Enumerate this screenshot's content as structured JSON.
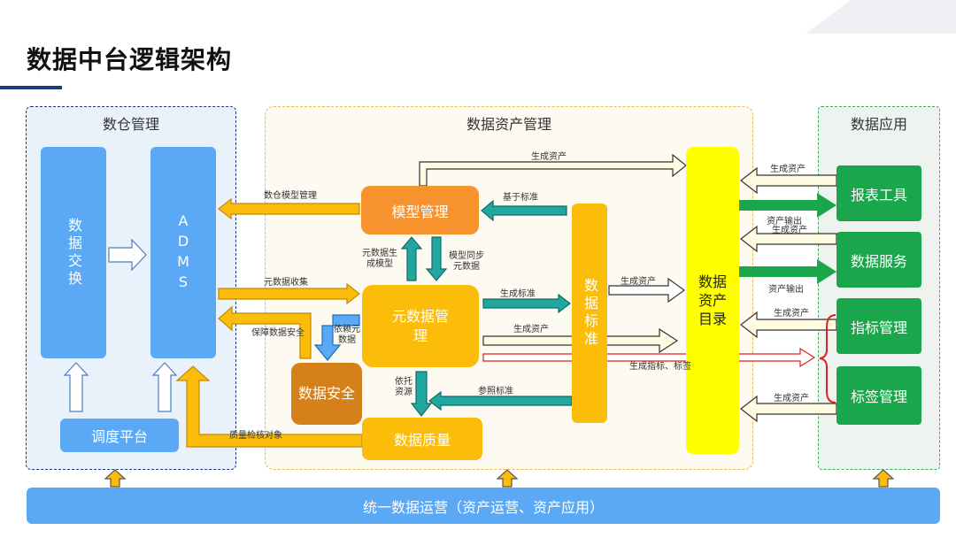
{
  "title": "数据中台逻辑架构",
  "panels": {
    "warehouse": "数仓管理",
    "asset": "数据资产管理",
    "app": "数据应用"
  },
  "boxes": {
    "exchange": "数据交换",
    "adms": "ADMS",
    "scheduler": "调度平台",
    "model": "模型管理",
    "metadata": "元数据管理",
    "security": "数据安全",
    "quality": "数据质量",
    "standard": "数据标准",
    "catalog": "数据资产目录",
    "report": "报表工具",
    "service": "数据服务",
    "indicator": "指标管理",
    "tag": "标签管理"
  },
  "labels": {
    "wh_model": "数仓模型管理",
    "meta_collect": "元数据收集",
    "sec_guard": "保障数据安全",
    "depend_meta": "依赖元数据",
    "quality_check": "质量检核对象",
    "gen_asset_top": "生成资产",
    "based_std": "基于标准",
    "meta_gen_model": "元数据生成模型",
    "model_sync": "模型同步元数据",
    "gen_std": "生成标准",
    "gen_asset_meta": "生成资产",
    "gen_ind_tag": "生成指标、标签",
    "rely_resource": "依托资源",
    "ref_std": "参照标准",
    "gen_asset_std": "生成资产",
    "app_gen1": "生成资产",
    "app_out1": "资产输出",
    "app_gen2": "生成资产",
    "app_out2": "资产输出",
    "app_gen3": "生成资产",
    "app_gen4": "生成资产"
  },
  "footer": "统一数据运营（资产运营、资产应用）",
  "colors": {
    "blue": "#5ba8f5",
    "orange": "#f7932e",
    "amber": "#fbbd0a",
    "brown": "#d6801a",
    "yellow": "#ffff00",
    "green": "#1aa64a",
    "teal": "#1fa7a0",
    "navy": "#1f3a7a",
    "red": "#e02020"
  }
}
